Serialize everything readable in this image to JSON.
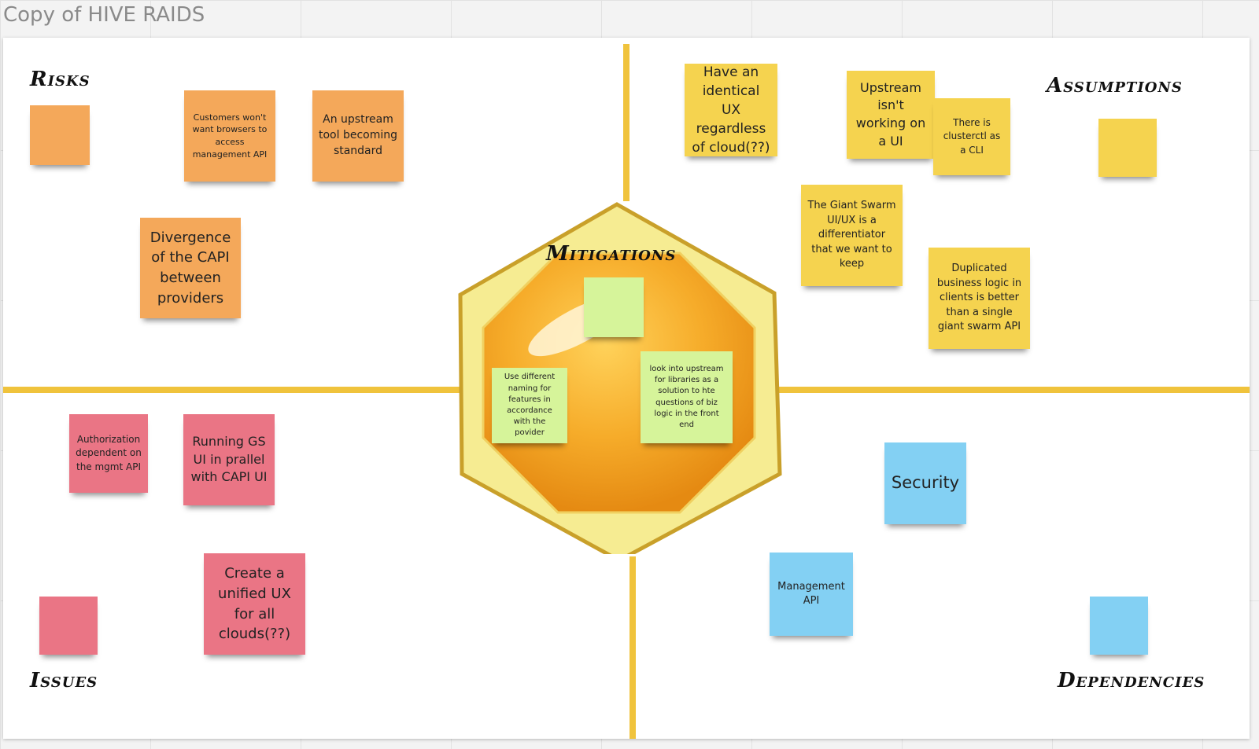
{
  "board": {
    "title": "Copy of HIVE RAIDS"
  },
  "headings": {
    "risks": "Risks",
    "assumptions": "Assumptions",
    "issues": "Issues",
    "dependencies": "Dependencies",
    "mitigations": "Mitigations"
  },
  "notes": {
    "risks": [
      "",
      "Customers won't want browsers to access management API",
      "An upstream tool becoming standard",
      "Divergence of the CAPI between providers"
    ],
    "assumptions": [
      "Have an identical UX regardless of cloud(??)",
      "Upstream isn't working on a UI",
      "There is clusterctl as a CLI",
      "",
      "The Giant Swarm UI/UX is a differentiator that we want to keep",
      "Duplicated business logic in clients is better than a single giant swarm API"
    ],
    "issues": [
      "Authorization dependent on the mgmt API",
      "Running GS UI in prallel with CAPI UI",
      "Create a unified UX for all clouds(??)",
      ""
    ],
    "dependencies": [
      "Security",
      "Management API",
      ""
    ],
    "mitigations": [
      "",
      "Use different naming for features in accordance with the povider",
      "look into upstream for libraries as a solution to hte questions of biz logic in the front end"
    ]
  },
  "colors": {
    "risk": "#f4a85a",
    "assumption": "#f5d34f",
    "issue": "#ea7585",
    "dependency": "#83d0f3",
    "mitigation": "#d6f49a",
    "axis": "#f0c33c"
  }
}
